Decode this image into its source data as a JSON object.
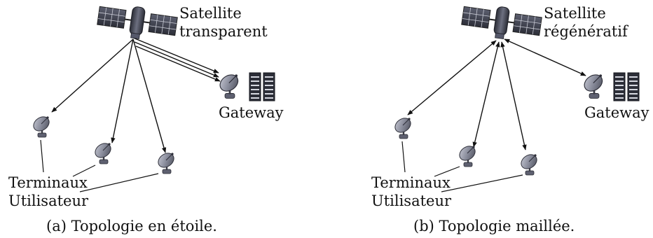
{
  "panel_a": {
    "satellite_label_line1": "Satellite",
    "satellite_label_line2": "transparent",
    "gateway_label": "Gateway",
    "terminals_label_line1": "Terminaux",
    "terminals_label_line2": "Utilisateur",
    "caption": "(a) Topologie en étoile."
  },
  "panel_b": {
    "satellite_label_line1": "Satellite",
    "satellite_label_line2": "régénératif",
    "gateway_label": "Gateway",
    "terminals_label_line1": "Terminaux",
    "terminals_label_line2": "Utilisateur",
    "caption": "(b) Topologie maillée."
  },
  "icons": [
    "satellite-icon",
    "dish-antenna-icon",
    "server-rack-icon"
  ]
}
